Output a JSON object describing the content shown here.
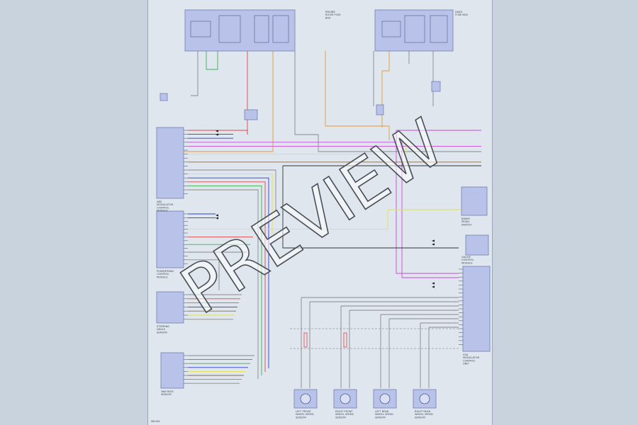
{
  "watermark": {
    "text": "PREVIEW"
  },
  "colors": {
    "background": "#c9d3de",
    "sheet": "#dfe6ee",
    "component_fill": "#b9c3ea",
    "component_stroke": "#6f7fb2",
    "wire_red": "#d94a4a",
    "wire_orange": "#e09a3a",
    "wire_blue": "#2c3ed6",
    "wire_green": "#3bb24a",
    "wire_yellow": "#e6e24a",
    "wire_magenta": "#c74ad6",
    "wire_gray": "#8a8a8a",
    "wire_brown": "#8a6a4a",
    "wire_black": "#333333"
  },
  "sheet": {
    "footer_id": "WR-064"
  },
  "components": [
    {
      "id": "engine-room-fuse-box",
      "lines": [
        "ENGINE",
        "ROOM FUSE",
        "BOX"
      ]
    },
    {
      "id": "dash-fuse-box",
      "lines": [
        "DASH",
        "FUSE BOX"
      ]
    },
    {
      "id": "abs-module",
      "lines": [
        "ABS",
        "MODULATOR",
        "CONTROL",
        "MODULE"
      ]
    },
    {
      "id": "pcm",
      "lines": [
        "POWERTRAIN",
        "CONTROL",
        "MODULE"
      ]
    },
    {
      "id": "steering-sensor",
      "lines": [
        "STEERING",
        "ANGLE",
        "SENSOR"
      ]
    },
    {
      "id": "yaw-sensor",
      "lines": [
        "YAW RATE",
        "SENSOR"
      ]
    },
    {
      "id": "brake-switch",
      "lines": [
        "BRAKE",
        "PEDAL",
        "SWITCH"
      ]
    },
    {
      "id": "combination-meter",
      "lines": [
        "GAUGE",
        "CONTROL",
        "MODULE"
      ]
    },
    {
      "id": "vsa-module",
      "lines": [
        "VSA",
        "MODULATOR",
        "CONTROL",
        "UNIT"
      ]
    }
  ],
  "wheel_sensors": [
    {
      "id": "lf",
      "lines": [
        "LEFT FRONT",
        "WHEEL SPEED",
        "SENSOR"
      ]
    },
    {
      "id": "rf",
      "lines": [
        "RIGHT FRONT",
        "WHEEL SPEED",
        "SENSOR"
      ]
    },
    {
      "id": "lr",
      "lines": [
        "LEFT REAR",
        "WHEEL SPEED",
        "SENSOR"
      ]
    },
    {
      "id": "rr",
      "lines": [
        "RIGHT REAR",
        "WHEEL SPEED",
        "SENSOR"
      ]
    }
  ]
}
